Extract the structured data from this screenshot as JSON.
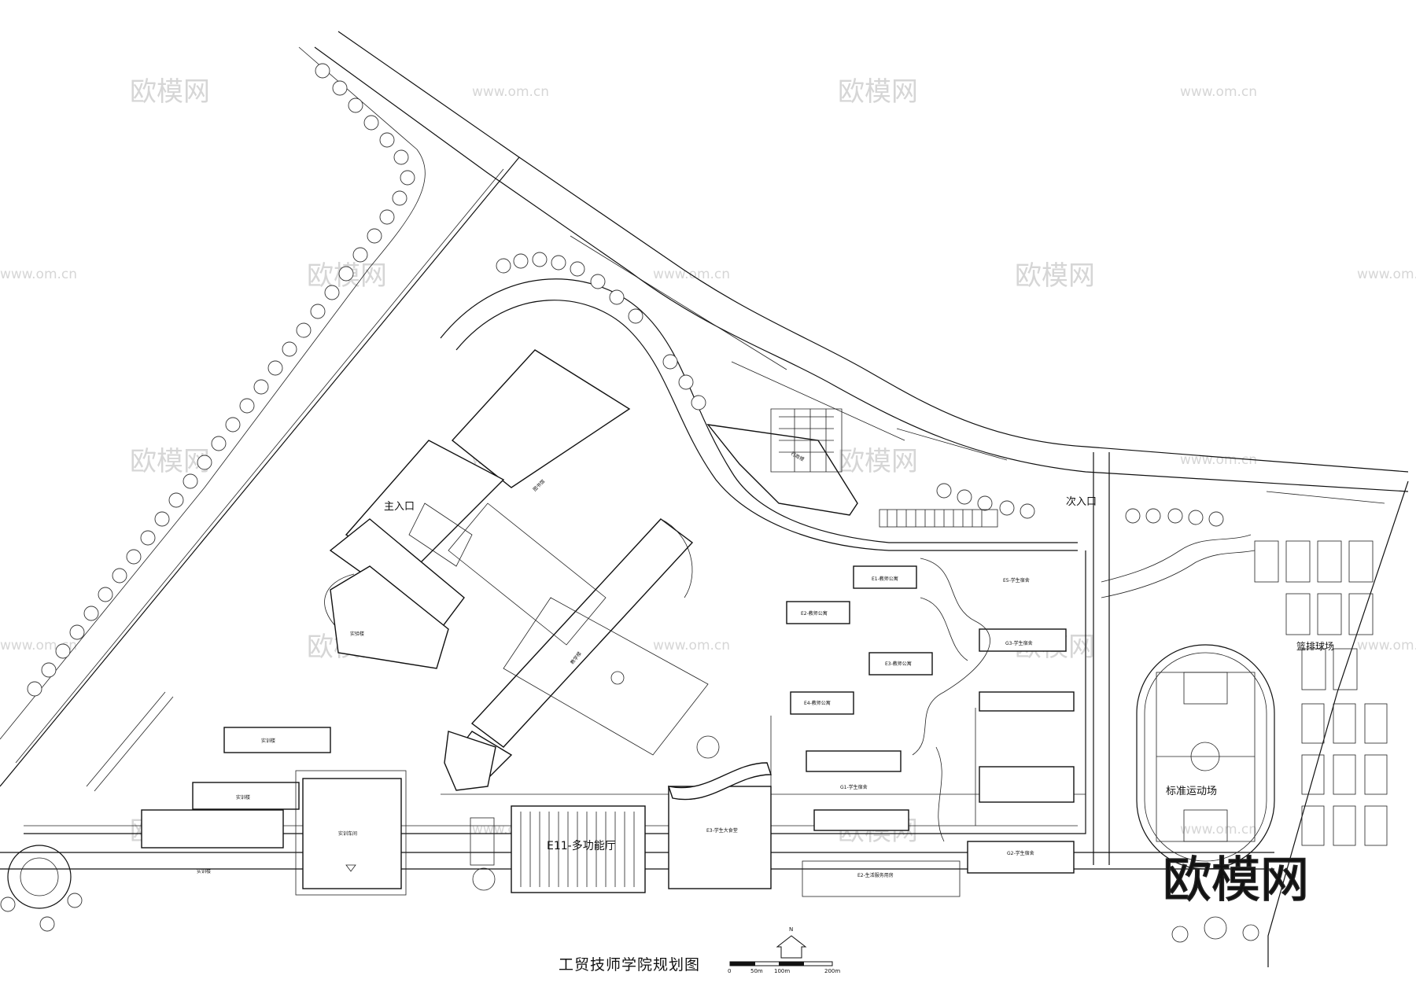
{
  "map": {
    "title": "工贸技师学院规划图",
    "labels": {
      "main_entrance": "主入口",
      "secondary_entrance": "次入口",
      "multi_hall": "E11-多功能厅",
      "stadium": "标准运动场",
      "ball_courts": "篮排球场",
      "east_building": "E5-学生宿舍",
      "student_dorm_g1": "G1-学生宿舍",
      "student_dorm_g2": "G2-学生宿舍",
      "student_dorm_g3": "G3-学生宿舍",
      "teacher_apt_e1": "E1-教师公寓",
      "teacher_apt_e2": "E2-教师公寓",
      "teacher_apt_e3": "E3-教师公寓",
      "teacher_apt_e4": "E4-教师公寓",
      "dining": "E3-学生大食堂",
      "service_center": "E2-生活服务用房",
      "training_a": "实训楼",
      "training_b": "实训楼",
      "training_c": "实训楼",
      "training_workshop": "实训车间",
      "library": "图书馆",
      "admin": "行政楼",
      "teaching": "教学楼",
      "lab": "实验楼"
    },
    "scale": {
      "north": "N",
      "ticks": [
        "0",
        "50m",
        "100m",
        "200m"
      ]
    },
    "watermark": {
      "brand": "欧模网",
      "url": "www.om.cn"
    }
  }
}
